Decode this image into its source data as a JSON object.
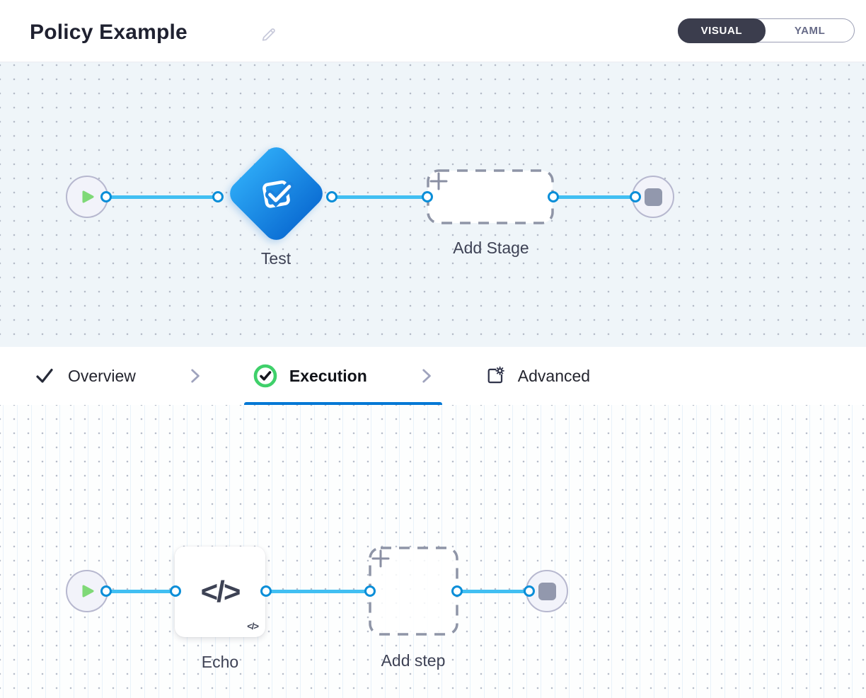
{
  "header": {
    "title": "Policy Example",
    "view_toggle": {
      "visual_label": "VISUAL",
      "yaml_label": "YAML",
      "active": "VISUAL"
    }
  },
  "stage_pipeline": {
    "stage_label": "Test",
    "add_stage_label": "Add Stage"
  },
  "tabs": [
    {
      "label": "Overview",
      "icon": "check-icon",
      "active": false
    },
    {
      "label": "Execution",
      "icon": "check-circle-icon",
      "active": true
    },
    {
      "label": "Advanced",
      "icon": "settings-square-icon",
      "active": false
    }
  ],
  "step_pipeline": {
    "step_label": "Echo",
    "step_icon_glyph": "</>",
    "step_badge_glyph": "</>",
    "add_step_label": "Add step"
  },
  "colors": {
    "accent_blue": "#0278d5",
    "connector_blue": "#41bff2",
    "port_blue": "#0a8ed8",
    "diamond_gradient_start": "#2ba6f4",
    "diamond_gradient_end": "#0d70d5",
    "success_green": "#3fd06a",
    "play_green": "#7fd977",
    "dash_gray": "#8f95a7",
    "toggle_dark": "#3b3d4d"
  }
}
